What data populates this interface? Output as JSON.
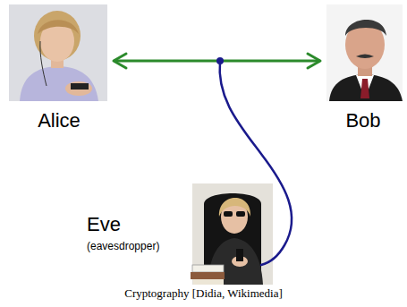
{
  "diagram": {
    "caption": "Cryptography [Didia, Wikimedia]",
    "nodes": [
      {
        "text": [
          "Alice"
        ]
      },
      {
        "text": [
          "Bob"
        ]
      },
      {
        "text": [
          "Eve",
          "(eavesdropper)"
        ]
      }
    ],
    "edges": [
      {
        "from": 0,
        "to": 1,
        "arrow": "both"
      }
    ]
  }
}
